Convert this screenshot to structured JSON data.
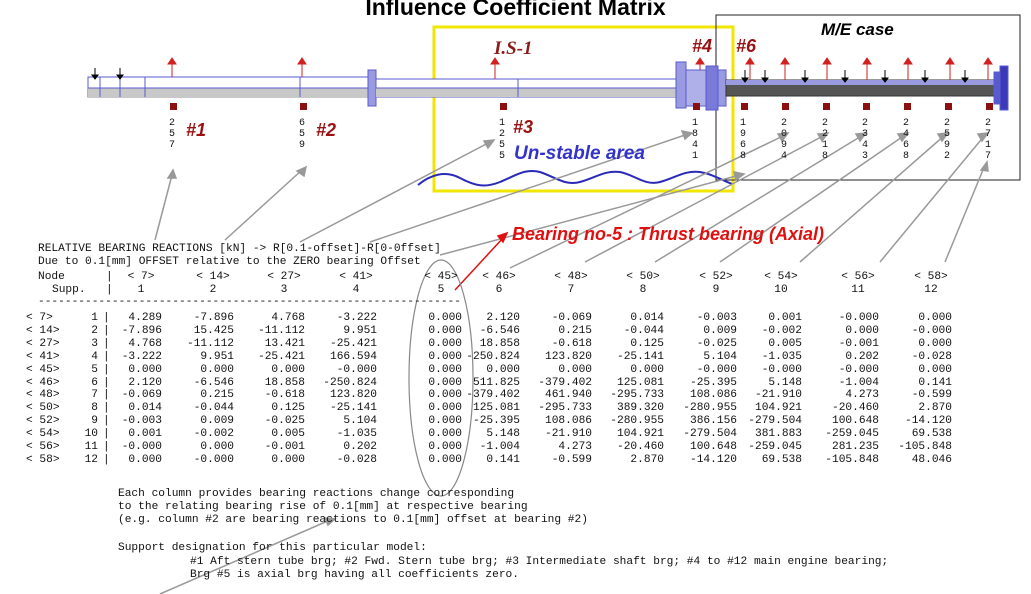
{
  "title": "Influence Coefficient Matrix",
  "labels": {
    "is1": "I.S-1",
    "me_case": "M/E case",
    "b1": "#1",
    "b2": "#2",
    "b3": "#3",
    "b4": "#4",
    "b6": "#6",
    "unstable": "Un-stable area",
    "thrust": "Bearing no-5 : Thrust bearing  (Axial)"
  },
  "vertical_numbers": [
    {
      "id": "n1",
      "digits": [
        "2",
        "5",
        "7"
      ]
    },
    {
      "id": "n2",
      "digits": [
        "6",
        "5",
        "9"
      ]
    },
    {
      "id": "n3",
      "digits": [
        "1",
        "2",
        "5",
        "5"
      ]
    },
    {
      "id": "n4",
      "digits": [
        "1",
        "8",
        "4",
        "1"
      ]
    },
    {
      "id": "n5",
      "digits": [
        "1",
        "9",
        "6",
        "8"
      ]
    },
    {
      "id": "n6",
      "digits": [
        "2",
        "0",
        "9",
        "4"
      ]
    },
    {
      "id": "n7",
      "digits": [
        "2",
        "2",
        "1",
        "8"
      ]
    },
    {
      "id": "n8",
      "digits": [
        "2",
        "3",
        "4",
        "3"
      ]
    },
    {
      "id": "n9",
      "digits": [
        "2",
        "4",
        "6",
        "8"
      ]
    },
    {
      "id": "n10",
      "digits": [
        "2",
        "5",
        "9",
        "2"
      ]
    },
    {
      "id": "n11",
      "digits": [
        "2",
        "7",
        "1",
        "7"
      ]
    }
  ],
  "table": {
    "header_line1": "RELATIVE BEARING REACTIONS [kN] -> R[0.1-offset]-R[0-0ffset]",
    "header_line2": "Due to 0.1[mm] OFFSET relative to the ZERO bearing Offset",
    "node_label": "Node",
    "supp_label": "Supp.",
    "col_nodes": [
      "< 7>",
      "< 14>",
      "< 27>",
      "< 41>",
      "< 45>",
      "< 46>",
      "< 48>",
      "< 50>",
      "< 52>",
      "< 54>",
      "< 56>",
      "< 58>"
    ],
    "col_supps": [
      "1",
      "2",
      "3",
      "4",
      "5",
      "6",
      "7",
      "8",
      "9",
      "10",
      "11",
      "12"
    ],
    "rows": [
      {
        "node": "< 7>",
        "supp": "1",
        "values": [
          "4.289",
          "-7.896",
          "4.768",
          "-3.222",
          "0.000",
          "2.120",
          "-0.069",
          "0.014",
          "-0.003",
          "0.001",
          "-0.000",
          "0.000"
        ]
      },
      {
        "node": "< 14>",
        "supp": "2",
        "values": [
          "-7.896",
          "15.425",
          "-11.112",
          "9.951",
          "0.000",
          "-6.546",
          "0.215",
          "-0.044",
          "0.009",
          "-0.002",
          "0.000",
          "-0.000"
        ]
      },
      {
        "node": "< 27>",
        "supp": "3",
        "values": [
          "4.768",
          "-11.112",
          "13.421",
          "-25.421",
          "0.000",
          "18.858",
          "-0.618",
          "0.125",
          "-0.025",
          "0.005",
          "-0.001",
          "0.000"
        ]
      },
      {
        "node": "< 41>",
        "supp": "4",
        "values": [
          "-3.222",
          "9.951",
          "-25.421",
          "166.594",
          "0.000",
          "-250.824",
          "123.820",
          "-25.141",
          "5.104",
          "-1.035",
          "0.202",
          "-0.028"
        ]
      },
      {
        "node": "< 45>",
        "supp": "5",
        "values": [
          "0.000",
          "0.000",
          "0.000",
          "-0.000",
          "0.000",
          "0.000",
          "0.000",
          "0.000",
          "-0.000",
          "-0.000",
          "-0.000",
          "0.000"
        ]
      },
      {
        "node": "< 46>",
        "supp": "6",
        "values": [
          "2.120",
          "-6.546",
          "18.858",
          "-250.824",
          "0.000",
          "511.825",
          "-379.402",
          "125.081",
          "-25.395",
          "5.148",
          "-1.004",
          "0.141"
        ]
      },
      {
        "node": "< 48>",
        "supp": "7",
        "values": [
          "-0.069",
          "0.215",
          "-0.618",
          "123.820",
          "0.000",
          "-379.402",
          "461.940",
          "-295.733",
          "108.086",
          "-21.910",
          "4.273",
          "-0.599"
        ]
      },
      {
        "node": "< 50>",
        "supp": "8",
        "values": [
          "0.014",
          "-0.044",
          "0.125",
          "-25.141",
          "0.000",
          "125.081",
          "-295.733",
          "389.320",
          "-280.955",
          "104.921",
          "-20.460",
          "2.870"
        ]
      },
      {
        "node": "< 52>",
        "supp": "9",
        "values": [
          "-0.003",
          "0.009",
          "-0.025",
          "5.104",
          "0.000",
          "-25.395",
          "108.086",
          "-280.955",
          "386.156",
          "-279.504",
          "100.648",
          "-14.120"
        ]
      },
      {
        "node": "< 54>",
        "supp": "10",
        "values": [
          "0.001",
          "-0.002",
          "0.005",
          "-1.035",
          "0.000",
          "5.148",
          "-21.910",
          "104.921",
          "-279.504",
          "381.883",
          "-259.045",
          "69.538"
        ]
      },
      {
        "node": "< 56>",
        "supp": "11",
        "values": [
          "-0.000",
          "0.000",
          "-0.001",
          "0.202",
          "0.000",
          "-1.004",
          "4.273",
          "-20.460",
          "100.648",
          "-259.045",
          "281.235",
          "-105.848"
        ]
      },
      {
        "node": "< 58>",
        "supp": "12",
        "values": [
          "0.000",
          "-0.000",
          "0.000",
          "-0.028",
          "0.000",
          "0.141",
          "-0.599",
          "2.870",
          "-14.120",
          "69.538",
          "-105.848",
          "48.046"
        ]
      }
    ]
  },
  "notes": {
    "line1": "Each column provides bearing reactions change corresponding",
    "line2": "to the relating bearing rise of 0.1[mm] at respective bearing",
    "line3": "(e.g. column #2 are bearing reactions to 0.1[mm] offset at bearing #2)",
    "line4": "Support designation for this particular model:",
    "line5": "#1 Aft stern tube brg; #2 Fwd. Stern tube brg; #3 Intermediate shaft brg; #4 to #12 main engine bearing;",
    "line6": "Brg #5 is axial brg having all coefficients zero."
  }
}
